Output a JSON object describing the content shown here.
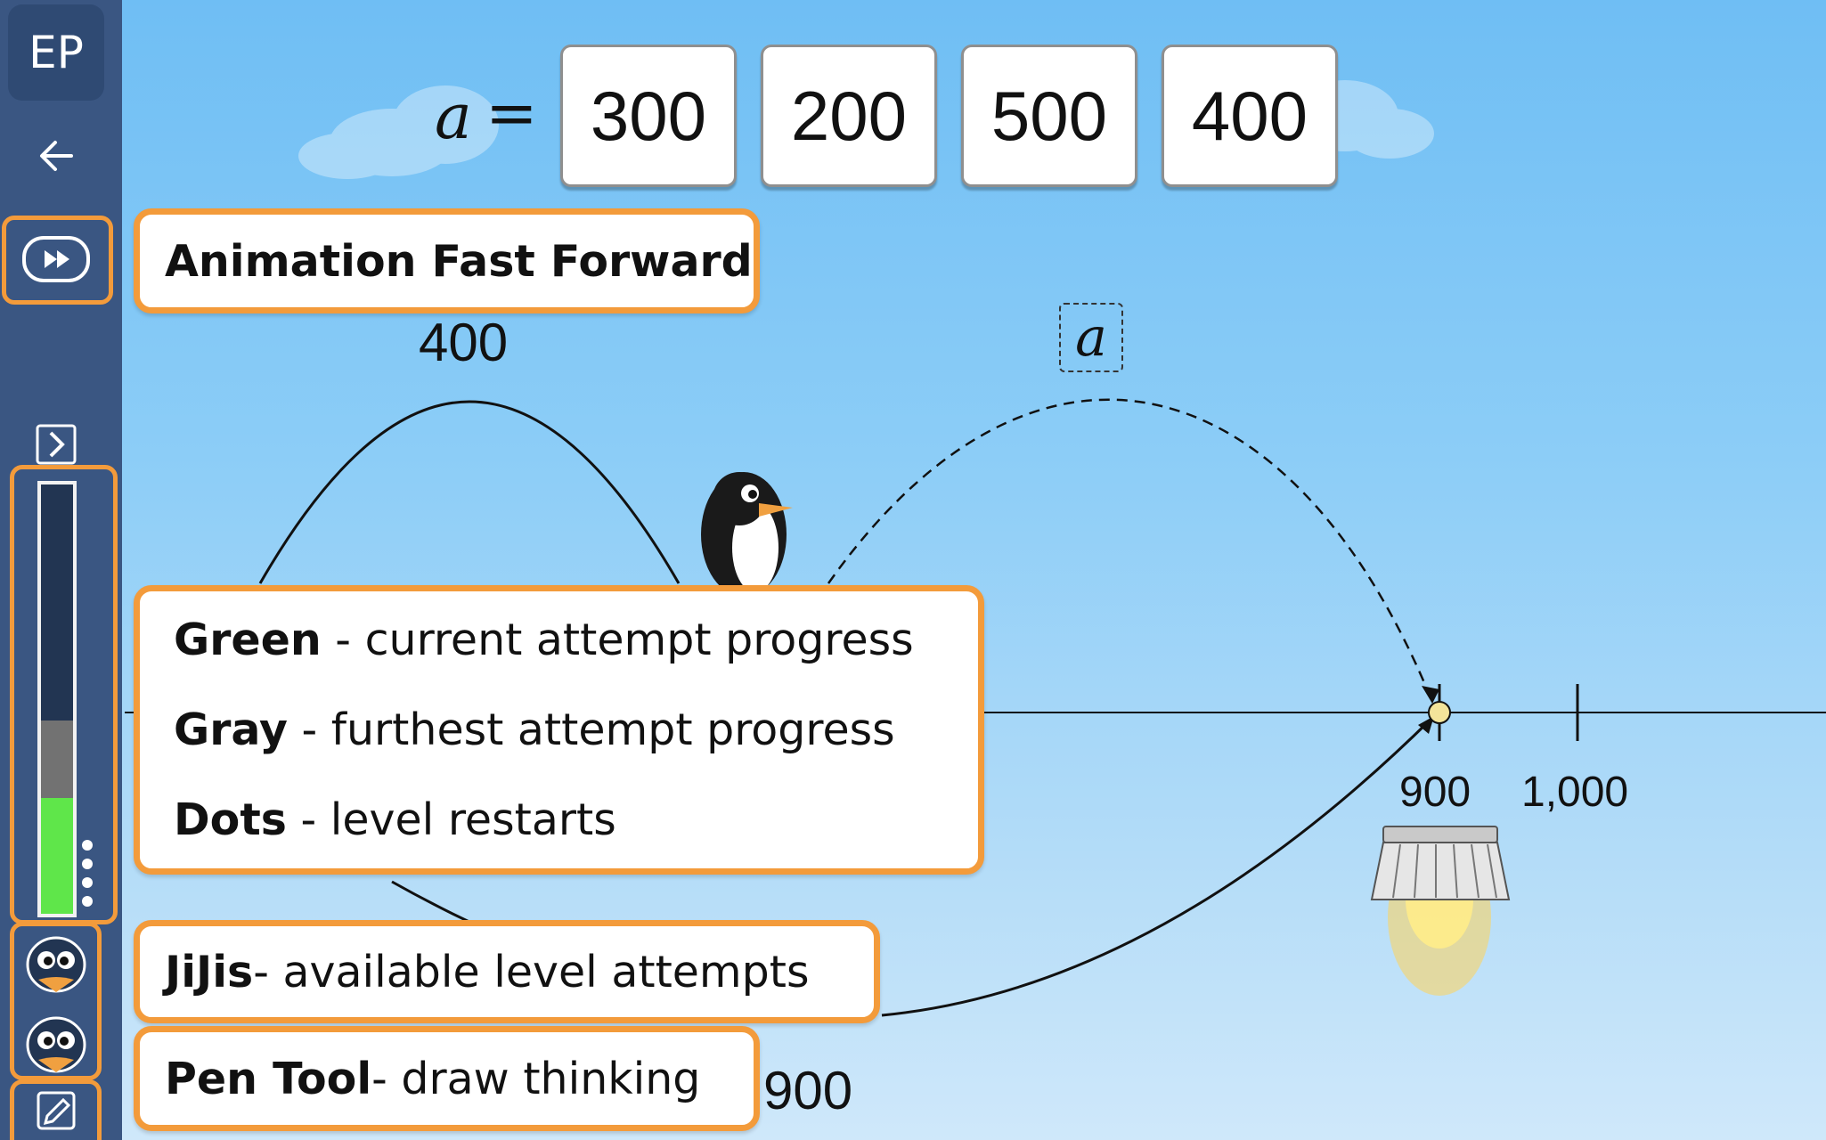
{
  "sidebar": {
    "badge": "EP",
    "icons": [
      "back-arrow-icon",
      "fast-forward-icon",
      "expand-chevron-icon",
      "pen-tool-icon"
    ],
    "progress": {
      "current_fraction": 0.27,
      "furthest_fraction": 0.45,
      "restart_dots": 4
    },
    "jiji_count": 2,
    "highlight_color": "#f39b3b"
  },
  "equation": {
    "variable": "a",
    "equals": "=",
    "choices": [
      "300",
      "200",
      "500",
      "400"
    ]
  },
  "plot": {
    "left_arc_label": "400",
    "variable_box": "a",
    "tick_labels": [
      "900",
      "1,000"
    ],
    "bottom_label": "900"
  },
  "callouts": {
    "fast_forward": "Animation Fast Forward",
    "meter": [
      {
        "term": "Green",
        "desc": " - current attempt progress"
      },
      {
        "term": "Gray",
        "desc": " - furthest attempt progress"
      },
      {
        "term": "Dots",
        "desc": " - level restarts"
      }
    ],
    "jijis": {
      "term": "JiJis",
      "desc": " - available level attempts"
    },
    "pen": {
      "term": "Pen Tool",
      "desc": " - draw thinking"
    }
  },
  "colors": {
    "sky_top": "#6fbef4",
    "sidebar": "#3a5682",
    "callout_border": "#f39b3b",
    "progress_green": "#5fe64a",
    "progress_gray": "#727272"
  }
}
